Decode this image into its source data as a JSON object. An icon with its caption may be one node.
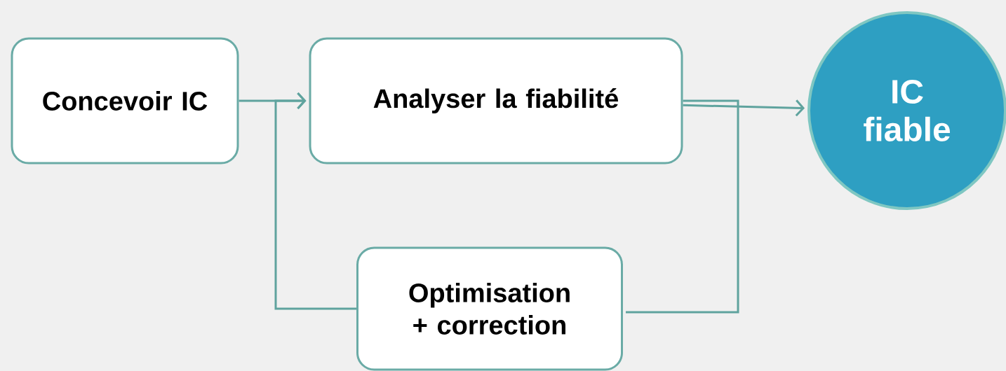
{
  "diagram": {
    "nodes": [
      {
        "text": [
          "Concevoir IC"
        ]
      },
      {
        "text": [
          "Analyser la fiabilité"
        ]
      },
      {
        "text": [
          "IC fiable"
        ]
      },
      {
        "text": [
          "Optimisation + correction"
        ]
      }
    ],
    "edges": [
      {
        "from": 0,
        "to": 1,
        "arrow": "to"
      },
      {
        "from": 1,
        "to": 2,
        "arrow": "to"
      },
      {
        "from": 1,
        "to": 3,
        "arrow": "none"
      },
      {
        "from": 3,
        "to": 1,
        "arrow": "to"
      }
    ]
  }
}
